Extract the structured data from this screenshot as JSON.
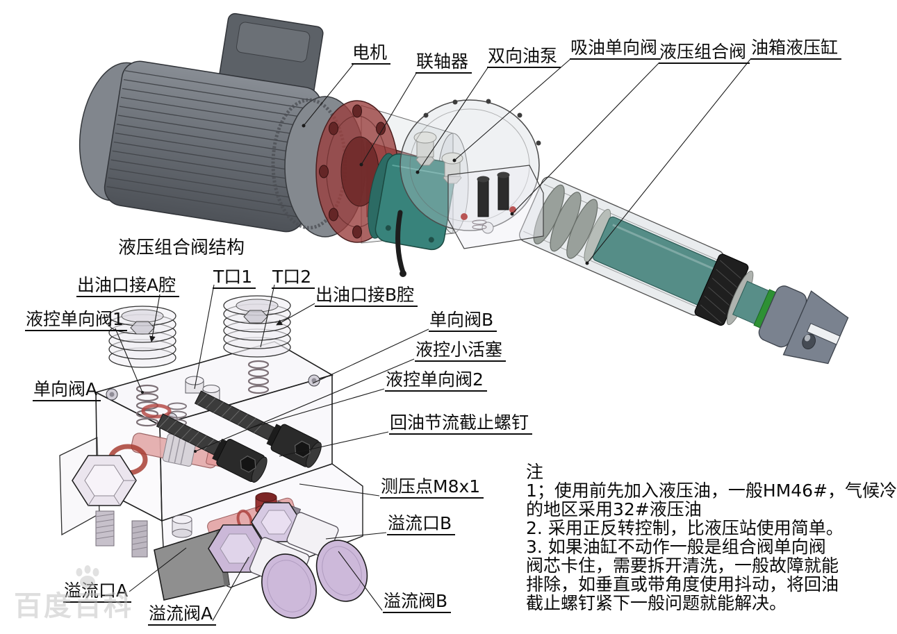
{
  "labels": {
    "motor": "电机",
    "coupling": "联轴器",
    "pump": "双向油泵",
    "suction_check_valve": "吸油单向阀",
    "combo_valve": "液压组合阀",
    "tank_cylinder": "油箱液压缸",
    "section_title": "液压组合阀结构",
    "outlet_port_a": "出油口接A腔",
    "t_port_1": "T口1",
    "t_port_2": "T口2",
    "outlet_port_b": "出油口接B腔",
    "pilot_check_valve_1": "液控单向阀1",
    "check_valve_b": "单向阀B",
    "pilot_small_piston": "液控小活塞",
    "pilot_check_valve_2": "液控单向阀2",
    "check_valve_a": "单向阀A",
    "return_throttle_stop_screw": "回油节流截止螺钉",
    "pressure_test_point": "测压点M8x1",
    "relief_port_b": "溢流口B",
    "relief_port_a": "溢流口A",
    "relief_valve_a": "溢流阀A",
    "relief_valve_b": "溢流阀B"
  },
  "notes": {
    "heading": "注",
    "lines": [
      "1；使用前先加入液压油，一般HM46#，气候冷",
      "的地区采用32#液压油",
      "2. 采用正反转控制，比液压站使用简单。",
      "3. 如果油缸不动作一般是组合阀单向阀",
      "阀芯卡住，需要拆开清洗，一般故障就能",
      "排除，如垂直或带角度使用抖动，将回油",
      "截止螺钉紧下一般问题就能解决。"
    ]
  },
  "watermark": {
    "text": "百度百科"
  },
  "colors": {
    "motor_gray": "#6e737a",
    "flange_red": "#9a403e",
    "pump_teal": "#38837b",
    "rod_teal": "#558d87",
    "ring_green": "#2e9134",
    "valve_lavender": "#cdb9da",
    "internal_pink": "#e2a8a8",
    "line_black": "#1a1a1a"
  }
}
